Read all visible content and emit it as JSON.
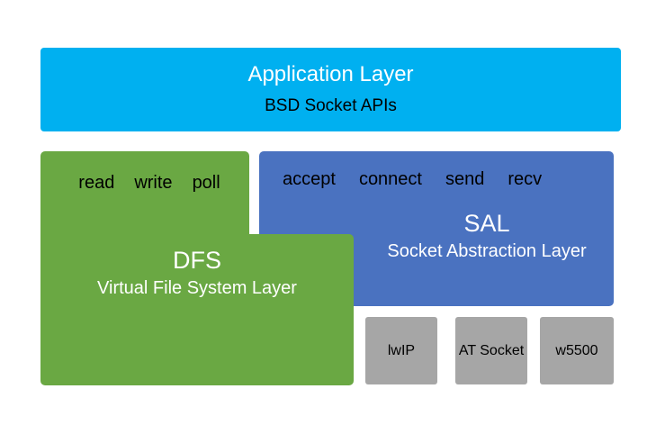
{
  "diagram": {
    "application_layer": {
      "title": "Application Layer",
      "subtitle": "BSD Socket APIs",
      "color": "#00b0f0"
    },
    "dfs": {
      "apis": [
        "read",
        "write",
        "poll"
      ],
      "title": "DFS",
      "subtitle": "Virtual File System Layer",
      "color": "#6aa843"
    },
    "sal": {
      "apis": [
        "accept",
        "connect",
        "send",
        "recv"
      ],
      "title": "SAL",
      "subtitle": "Socket Abstraction Layer",
      "color": "#4a72c0"
    },
    "drivers": [
      {
        "label": "lwIP"
      },
      {
        "label": "AT Socket"
      },
      {
        "label": "w5500"
      }
    ],
    "driver_color": "#a6a6a6"
  }
}
